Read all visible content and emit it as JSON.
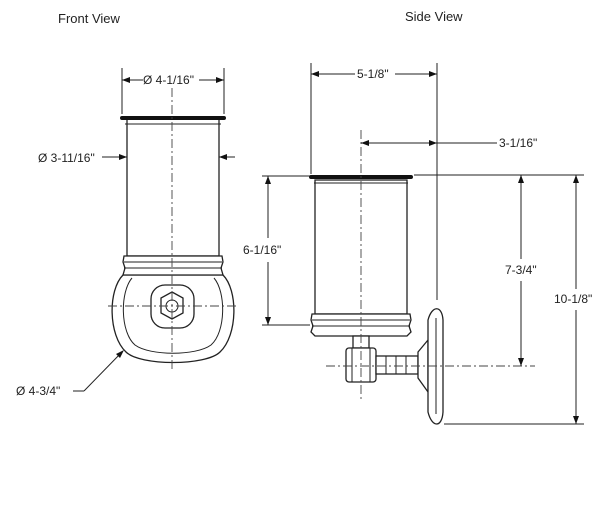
{
  "views": {
    "front": "Front View",
    "side": "Side View"
  },
  "dimensions": {
    "front_top_diameter": "Ø 4-1/16\"",
    "front_body_diameter": "Ø 3-11/16\"",
    "front_base_diameter": "Ø 4-3/4\"",
    "side_depth": "5-1/8\"",
    "side_valve_offset": "3-1/16\"",
    "side_body_height": "6-1/16\"",
    "side_valve_height": "7-3/4\"",
    "side_overall_height": "10-1/8\""
  }
}
